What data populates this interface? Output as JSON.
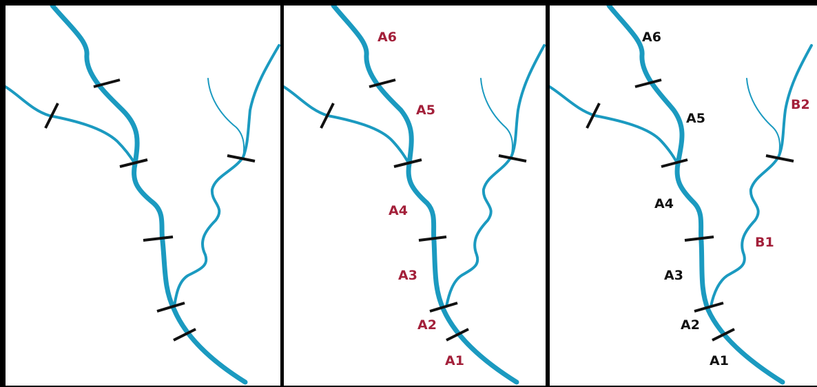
{
  "panels": [
    {
      "labels": []
    },
    {
      "labels": [
        {
          "id": "A6",
          "text": "A6",
          "color": "#a3203a"
        },
        {
          "id": "A5",
          "text": "A5",
          "color": "#a3203a"
        },
        {
          "id": "A4",
          "text": "A4",
          "color": "#a3203a"
        },
        {
          "id": "A3",
          "text": "A3",
          "color": "#a3203a"
        },
        {
          "id": "A2",
          "text": "A2",
          "color": "#a3203a"
        },
        {
          "id": "A1",
          "text": "A1",
          "color": "#a3203a"
        }
      ]
    },
    {
      "labels": [
        {
          "id": "A6",
          "text": "A6",
          "color": "#111111"
        },
        {
          "id": "A5",
          "text": "A5",
          "color": "#111111"
        },
        {
          "id": "A4",
          "text": "A4",
          "color": "#111111"
        },
        {
          "id": "A3",
          "text": "A3",
          "color": "#111111"
        },
        {
          "id": "A2",
          "text": "A2",
          "color": "#111111"
        },
        {
          "id": "A1",
          "text": "A1",
          "color": "#111111"
        },
        {
          "id": "B2",
          "text": "B2",
          "color": "#a3203a"
        },
        {
          "id": "B1",
          "text": "B1",
          "color": "#a3203a"
        }
      ]
    }
  ],
  "colors": {
    "river": "#1b9ac0",
    "segment_tick": "#111111",
    "label_highlight": "#a3203a",
    "label_default": "#111111",
    "frame": "#000000"
  }
}
